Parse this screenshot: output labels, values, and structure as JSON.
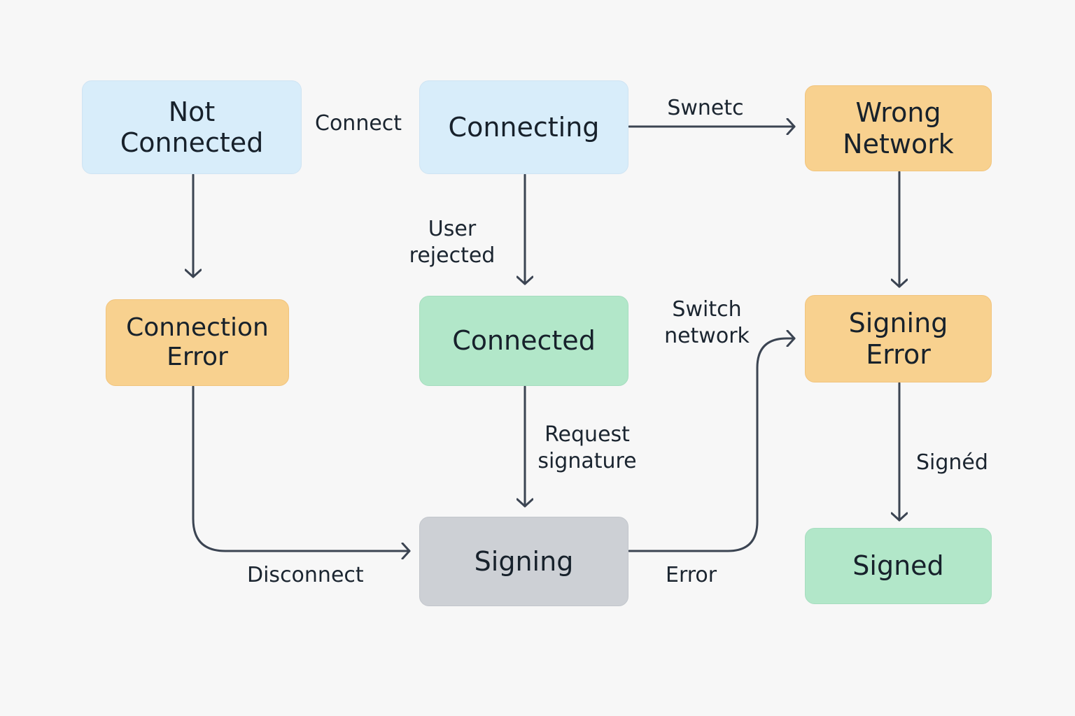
{
  "nodes": {
    "not_connected": "Not\nConnected",
    "connecting": "Connecting",
    "wrong_network": "Wrong\nNetwork",
    "connection_error": "Connection\nError",
    "connected": "Connected",
    "signing_error": "Signing\nError",
    "signing": "Signing",
    "signed": "Signed"
  },
  "edge_labels": {
    "connect": "Connect",
    "swnetc": "Swnetc",
    "user_rejected": "User\nrejected",
    "switch_network": "Switch\nnetwork",
    "request_signature": "Request\nsignature",
    "signed": "Signéd",
    "disconnect": "Disconnect",
    "error": "Error"
  },
  "colors": {
    "background": "#f7f7f7",
    "blue_state": "#d8edfa",
    "orange_state": "#f8d18f",
    "green_state": "#b2e7c9",
    "gray_state": "#cdd0d5",
    "arrow": "#3b4452",
    "text": "#17212b"
  }
}
